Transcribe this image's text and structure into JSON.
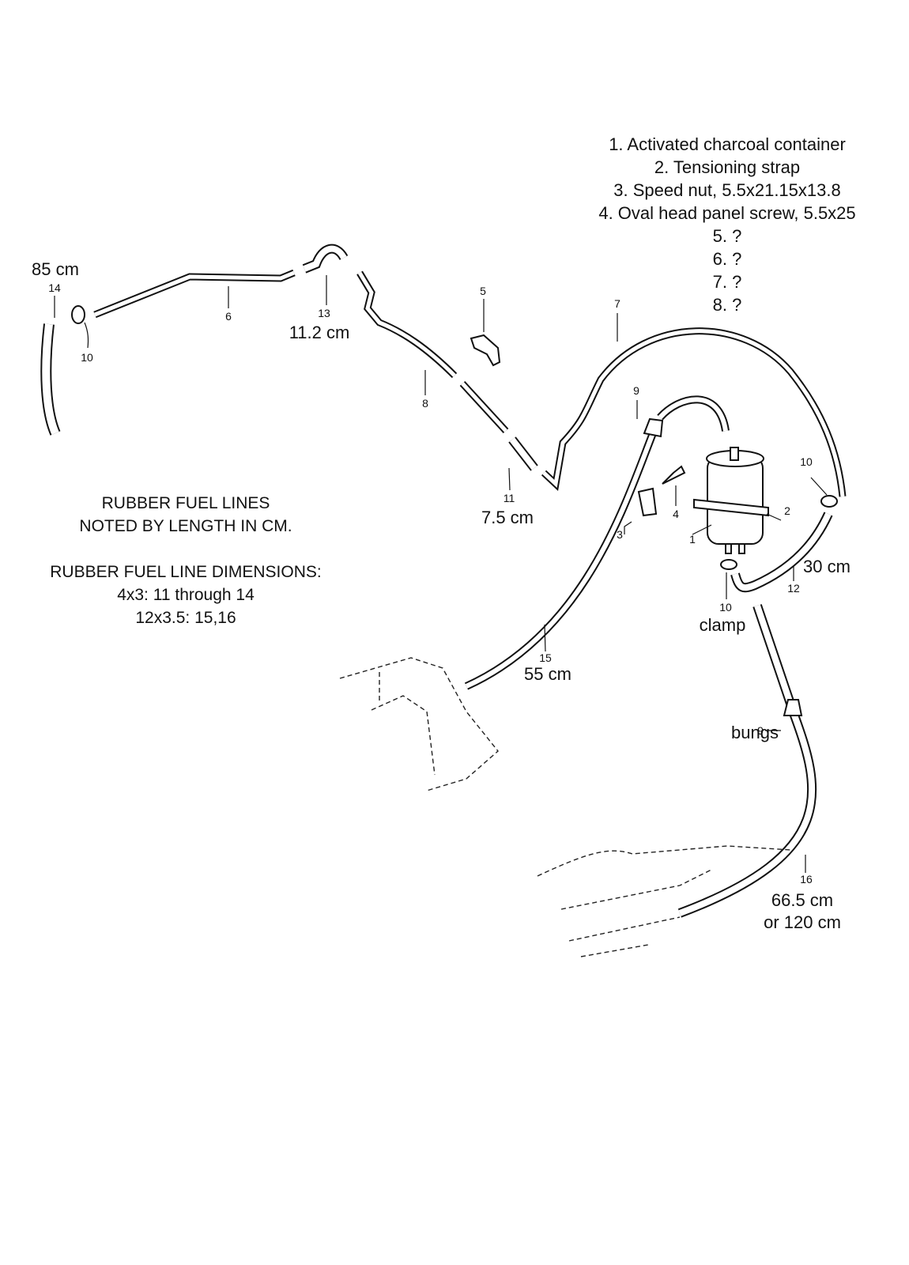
{
  "legend": {
    "items": [
      "1. Activated charcoal container",
      "2. Tensioning strap",
      "3. Speed nut, 5.5x21.15x13.8",
      "4. Oval head panel screw, 5.5x25",
      "5. ?",
      "6. ?",
      "7. ?",
      "8. ?"
    ]
  },
  "notes": {
    "line1": "RUBBER FUEL LINES",
    "line2": "NOTED BY LENGTH IN CM.",
    "dims_title": "RUBBER FUEL LINE DIMENSIONS:",
    "dims_1": "4x3: 11 through 14",
    "dims_2": "12x3.5: 15,16"
  },
  "callouts": {
    "p1": "1",
    "p2": "2",
    "p3": "3",
    "p4": "4",
    "p5": "5",
    "p6": "6",
    "p7": "7",
    "p8": "8",
    "p9a": "9",
    "p9b": "9",
    "p10a": "10",
    "p10b": "10",
    "p10c": "10",
    "p11": "11",
    "p12": "12",
    "p13": "13",
    "p14": "14",
    "p15": "15",
    "p16": "16"
  },
  "annotations": {
    "len14": "85 cm",
    "len13": "11.2 cm",
    "len11": "7.5 cm",
    "len12": "30 cm",
    "clamp": "clamp",
    "len15": "55 cm",
    "bungs": "bungs",
    "len16a": "66.5 cm",
    "len16b": "or 120 cm"
  }
}
